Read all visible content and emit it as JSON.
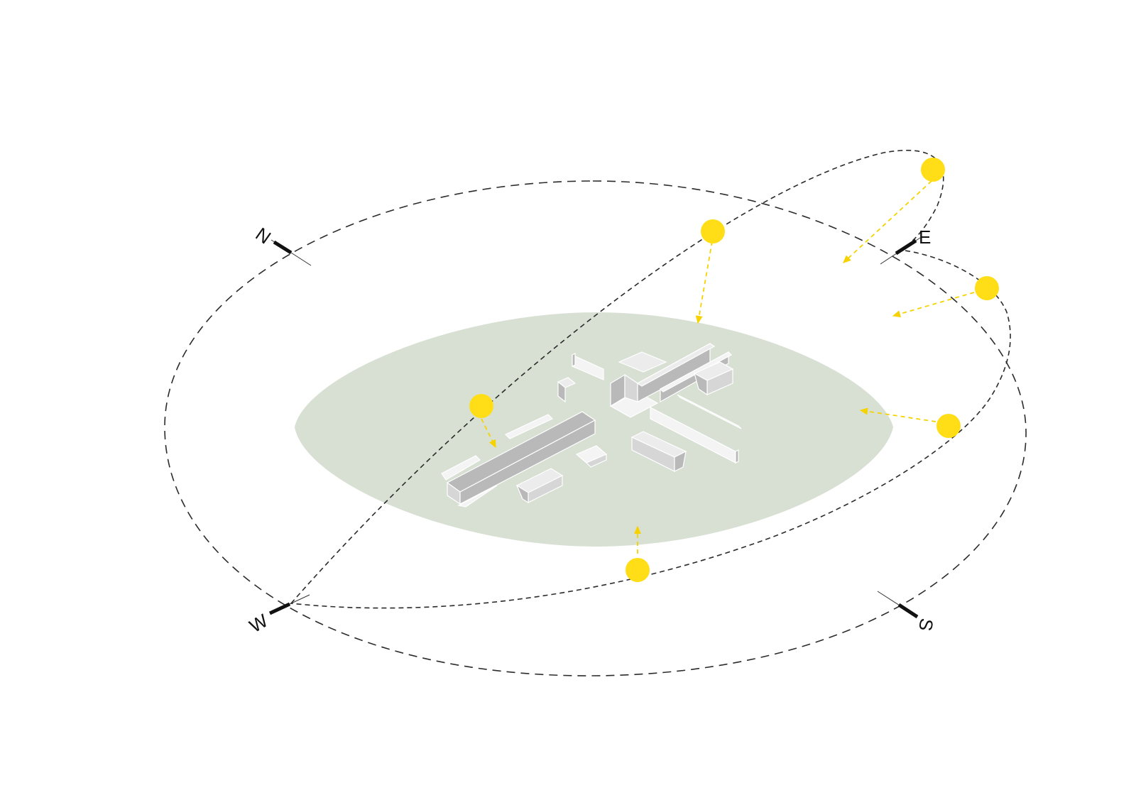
{
  "colors": {
    "background": "#ffffff",
    "ground": "#d8e0d4",
    "sun": "#ffde17",
    "ray": "#f5d200",
    "orbit": "#2b2b2b",
    "building_top": "#ececec",
    "building_side": "#b9b9b9"
  },
  "compass": {
    "north": "N",
    "east": "E",
    "south": "S",
    "west": "W"
  },
  "icons": {
    "sun": "sun-icon",
    "arrow": "sun-ray-arrow"
  }
}
